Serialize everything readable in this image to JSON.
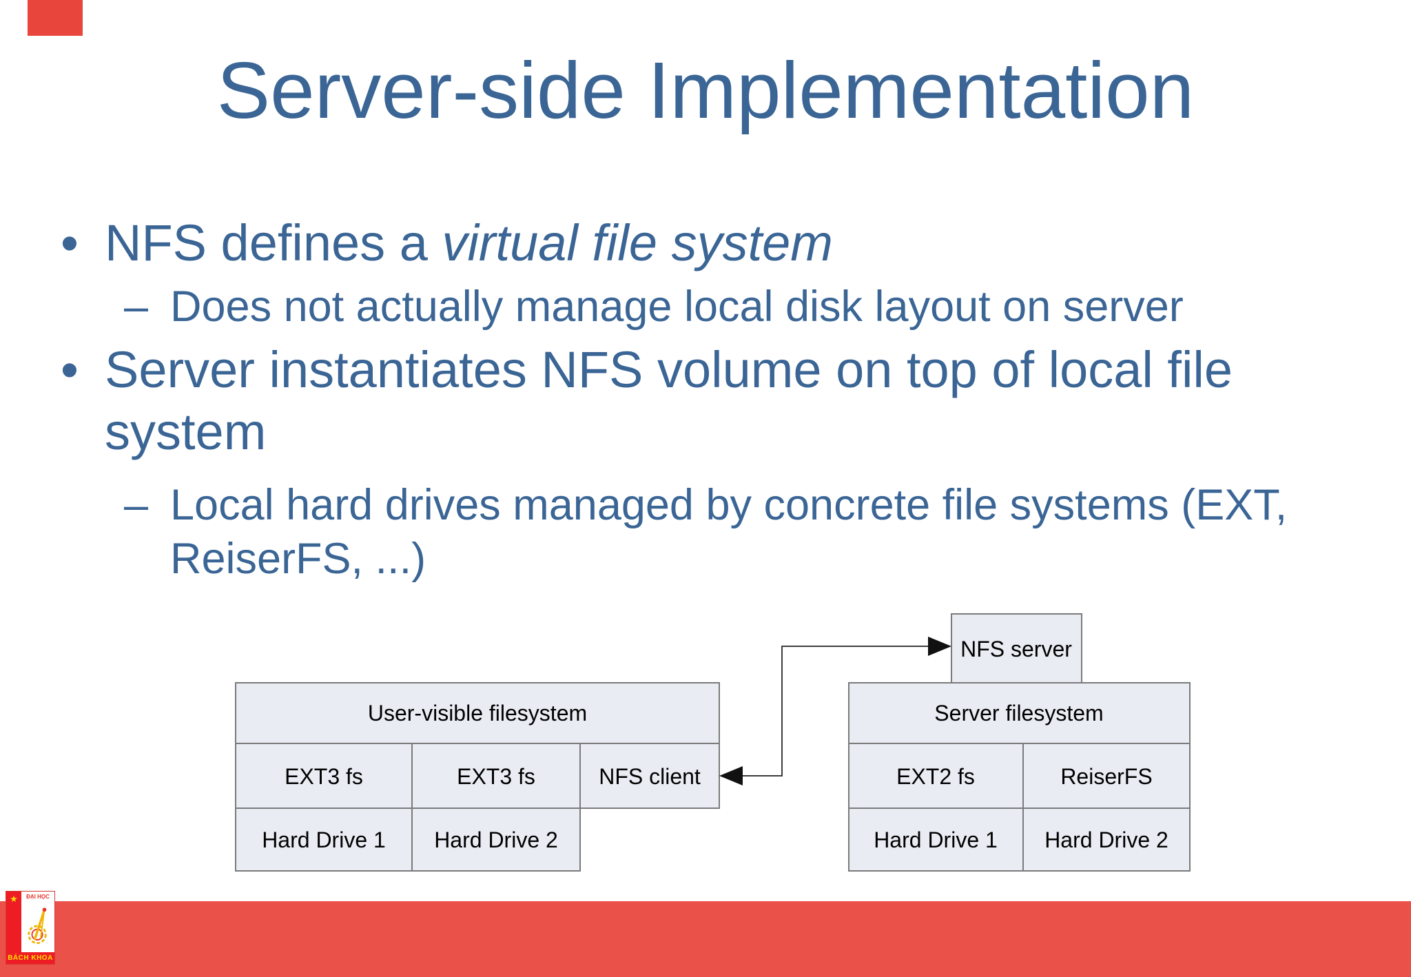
{
  "title": "Server-side Implementation",
  "bullets": {
    "b1_marker": "•",
    "b1_lead": "NFS defines a ",
    "b1_italic": "virtual file system",
    "sub_marker": "–",
    "sub1": "Does not actually manage local disk layout on server",
    "b2_marker": "•",
    "b2": "Server instantiates NFS volume on top of local file system",
    "sub2": "Local hard drives managed by concrete file systems (EXT, ReiserFS, ...)"
  },
  "diagram": {
    "nfs_server_box": "NFS server",
    "left": {
      "header": "User-visible filesystem",
      "cells": [
        "EXT3 fs",
        "EXT3 fs",
        "NFS client"
      ],
      "drives": [
        "Hard Drive 1",
        "Hard Drive 2"
      ]
    },
    "right": {
      "header": "Server filesystem",
      "cells": [
        "EXT2 fs",
        "ReiserFS"
      ],
      "drives": [
        "Hard Drive 1",
        "Hard Drive 2"
      ]
    }
  },
  "footer": {
    "logo_star": "★",
    "logo_title": "ĐẠI HỌC",
    "logo_subtitle": "BÁCH KHOA"
  },
  "colors": {
    "body_text": "#3A6595",
    "cell_fill": "#E9ECF3",
    "cell_border": "#7A7A7A",
    "footer_bar": "#EA5249",
    "accent_rect": "#E8463C",
    "logo_red": "#EE1C25",
    "logo_yellow": "#FFDE00"
  }
}
